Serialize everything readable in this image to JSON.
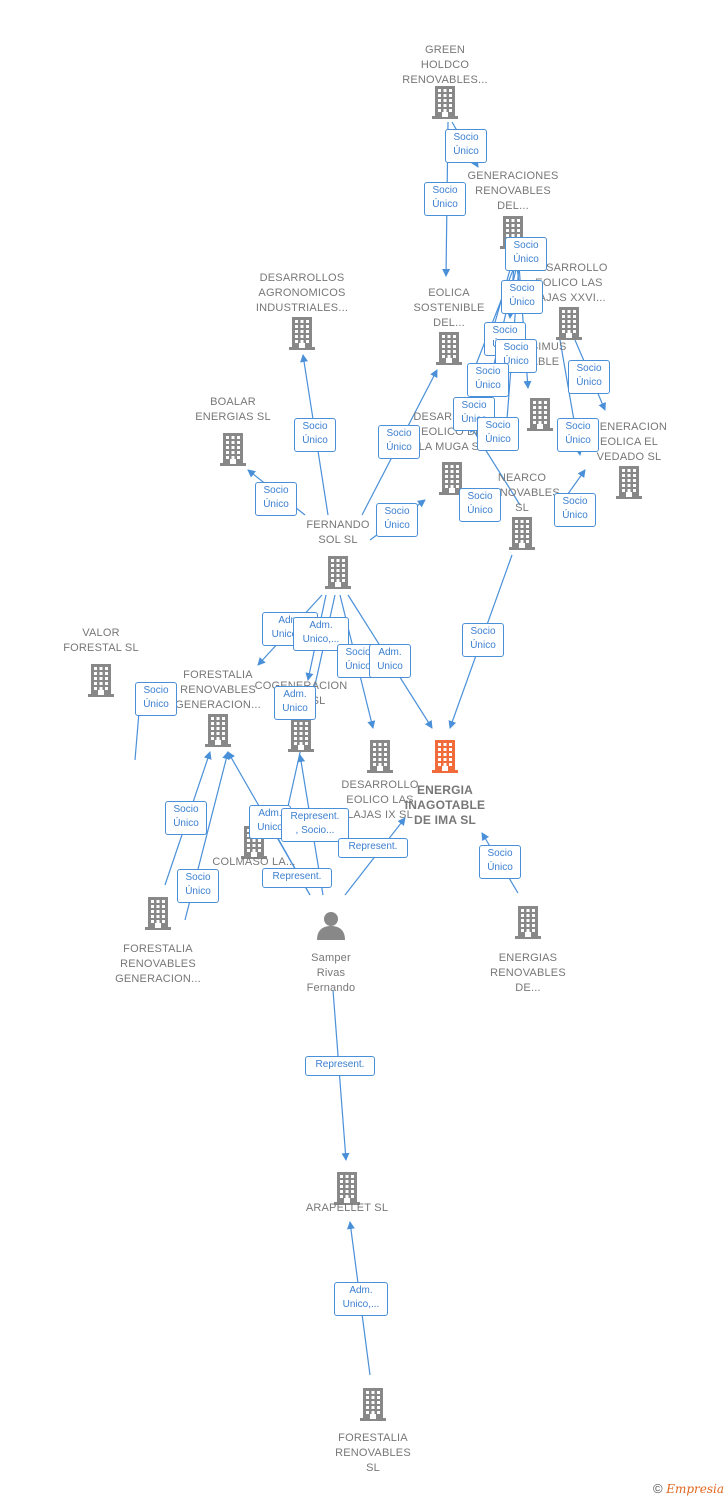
{
  "nodes": [
    {
      "id": "green",
      "type": "company",
      "label": "GREEN\nHOLDCO\nRENOVABLES..."
    },
    {
      "id": "generaciones",
      "type": "company",
      "label": "GENERACIONES\nRENOVABLES\nDEL..."
    },
    {
      "id": "desa_xxvi",
      "type": "company",
      "label": "DESARROLLO\nEOLICO LAS\nLAJAS XXVI..."
    },
    {
      "id": "eolica_sost",
      "type": "company",
      "label": "EOLICA\nSOSTENIBLE\nDEL..."
    },
    {
      "id": "agronomicos",
      "type": "company",
      "label": "DESARROLLOS\nAGRONOMICOS\nINDUSTRIALES..."
    },
    {
      "id": "boalar",
      "type": "company",
      "label": "BOALAR\nENERGIAS  SL"
    },
    {
      "id": "ssimus",
      "type": "company",
      "label": "...SSIMUS\n...ABLE"
    },
    {
      "id": "muga",
      "type": "company",
      "label": "DESARROLLO\nEOLICO DE\nLA MUGA SL"
    },
    {
      "id": "gen_vedado",
      "type": "company",
      "label": "GENERACION\nEOLICA EL\nVEDADO SL"
    },
    {
      "id": "nearco",
      "type": "company",
      "label": "NEARCO\nRENOVABLES\nSL"
    },
    {
      "id": "fernando",
      "type": "company",
      "label": "FERNANDO\nSOL SL"
    },
    {
      "id": "valor",
      "type": "company",
      "label": "VALOR\nFORESTAL SL"
    },
    {
      "id": "forestalia_gen1",
      "type": "company",
      "label": "FORESTALIA\nRENOVABLES\nGENERACION..."
    },
    {
      "id": "cogeneracion",
      "type": "company",
      "label": "COGENERACION\nDEL...  SL"
    },
    {
      "id": "lajas_ix",
      "type": "company",
      "label": "DESARROLLO\nEOLICO LAS\nLAJAS IX  SL"
    },
    {
      "id": "energia_inag",
      "type": "focus",
      "label": "ENERGIA\nINAGOTABLE\nDE IMA  SL"
    },
    {
      "id": "colmaso",
      "type": "company",
      "label": "COLMASO LA..."
    },
    {
      "id": "forestalia_gen2",
      "type": "company",
      "label": "FORESTALIA\nRENOVABLES\nGENERACION..."
    },
    {
      "id": "samper",
      "type": "person",
      "label": "Samper\nRivas\nFernando"
    },
    {
      "id": "energias_ren",
      "type": "company",
      "label": "ENERGIAS\nRENOVABLES\nDE..."
    },
    {
      "id": "arapellet",
      "type": "company",
      "label": "ARAPELLET  SL"
    },
    {
      "id": "forestalia_sl",
      "type": "company",
      "label": "FORESTALIA\nRENOVABLES\nSL"
    }
  ],
  "edges": [
    {
      "label": "Socio\nÚnico",
      "from": "green",
      "to": "generaciones"
    },
    {
      "label": "Socio\nÚnico",
      "from": "green",
      "to": "eolica_sost"
    },
    {
      "label": "Socio\nÚnico",
      "from": "generaciones",
      "to": "desa_xxvi"
    },
    {
      "label": "Socio\nÚnico",
      "from": "generaciones",
      "to": "ssimus"
    },
    {
      "label": "Socio\nÚnico",
      "from": "generaciones",
      "to": "muga"
    },
    {
      "label": "Socio\nÚnico",
      "from": "generaciones",
      "to": "ssimus"
    },
    {
      "label": "Socio\nÚnico",
      "from": "generaciones",
      "to": "eolica_sost"
    },
    {
      "label": "Socio\nÚnico",
      "from": "generaciones",
      "to": "muga"
    },
    {
      "label": "Socio\nÚnico",
      "from": "generaciones",
      "to": "muga"
    },
    {
      "label": "Socio\nÚnico",
      "from": "generaciones",
      "to": "gen_vedado"
    },
    {
      "label": "Socio\nÚnico",
      "from": "generaciones",
      "to": "gen_vedado"
    },
    {
      "label": "Socio\nÚnico",
      "from": "nearco",
      "to": "muga"
    },
    {
      "label": "Socio\nÚnico",
      "from": "nearco",
      "to": "gen_vedado"
    },
    {
      "label": "Socio\nÚnico",
      "from": "fernando",
      "to": "agronomicos"
    },
    {
      "label": "Socio\nÚnico",
      "from": "fernando",
      "to": "boalar"
    },
    {
      "label": "Socio\nÚnico",
      "from": "fernando",
      "to": "eolica_sost"
    },
    {
      "label": "Socio\nÚnico",
      "from": "fernando",
      "to": "muga"
    },
    {
      "label": "Adm.\nUnico,...",
      "from": "fernando",
      "to": "forestalia_gen1"
    },
    {
      "label": "Adm.\nUnico,...",
      "from": "fernando",
      "to": "cogeneracion"
    },
    {
      "label": "Socio\nÚnico",
      "from": "fernando",
      "to": "lajas_ix"
    },
    {
      "label": "Adm.\nUnico",
      "from": "fernando",
      "to": "energia_inag"
    },
    {
      "label": "Adm.\nUnico",
      "from": "fernando",
      "to": "colmaso"
    },
    {
      "label": "Socio\nÚnico",
      "from": "nearco",
      "to": "energia_inag"
    },
    {
      "label": "Socio\nÚnico",
      "from": "valor",
      "to": "forestalia_gen1"
    },
    {
      "label": "Socio\nÚnico",
      "from": "forestalia_gen2",
      "to": "forestalia_gen1"
    },
    {
      "label": "Socio\nÚnico",
      "from": "forestalia_gen2",
      "to": "forestalia_gen1"
    },
    {
      "label": "Adm.\nUnico",
      "from": "samper",
      "to": "forestalia_gen1"
    },
    {
      "label": "Represent.\n, Socio...",
      "from": "samper",
      "to": "cogeneracion"
    },
    {
      "label": "Represent.",
      "from": "samper",
      "to": "lajas_ix"
    },
    {
      "label": "Represent.",
      "from": "samper",
      "to": "colmaso"
    },
    {
      "label": "Socio\nÚnico",
      "from": "energias_ren",
      "to": "energia_inag"
    },
    {
      "label": "Represent.",
      "from": "samper",
      "to": "arapellet"
    },
    {
      "label": "Adm.\nUnico,...",
      "from": "forestalia_sl",
      "to": "arapellet"
    }
  ],
  "colors": {
    "company_icon": "#888888",
    "focus_icon": "#f26b3a",
    "edge": "#4a90d9",
    "badge_text": "#3b7fd0",
    "label_text": "#777777"
  },
  "footer": {
    "copyright": "©",
    "brand": "Empresia"
  }
}
